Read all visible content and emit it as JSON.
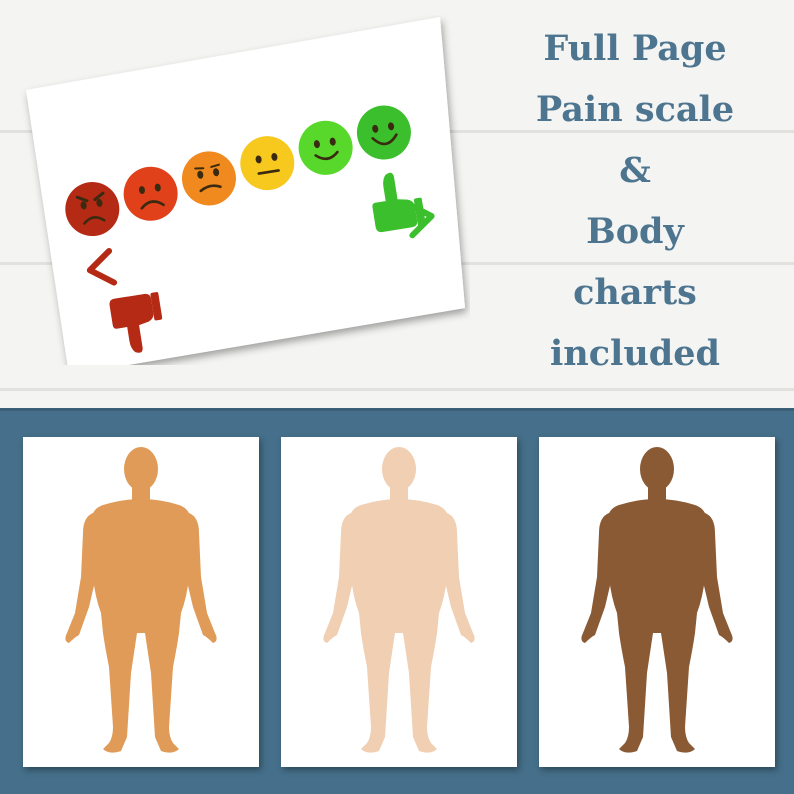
{
  "headline": {
    "line1": "Full Page",
    "line2": "Pain scale",
    "line3": "&",
    "line4": "Body",
    "line5": "charts",
    "line6": "included",
    "color": "#4e7590"
  },
  "pain_scale": {
    "faces": [
      {
        "mood": "angry",
        "color": "#b52a14"
      },
      {
        "mood": "sad",
        "color": "#e0401a"
      },
      {
        "mood": "unhappy",
        "color": "#f08a1e"
      },
      {
        "mood": "neutral",
        "color": "#f7c81e"
      },
      {
        "mood": "happy",
        "color": "#57d82a"
      },
      {
        "mood": "very-happy",
        "color": "#3cbf2c"
      }
    ],
    "thumbs_down_icon": "thumbs-down-icon",
    "thumbs_up_icon": "thumbs-up-icon",
    "thumbs_down_color": "#b52a14",
    "thumbs_up_color": "#3cbf2c"
  },
  "body_charts": [
    {
      "skin_tone": "medium",
      "color": "#df9b57"
    },
    {
      "skin_tone": "light",
      "color": "#f0cfb2"
    },
    {
      "skin_tone": "dark",
      "color": "#8a5a35"
    }
  ],
  "colors": {
    "background_top": "#f4f4f2",
    "background_bottom": "#456f8a"
  }
}
